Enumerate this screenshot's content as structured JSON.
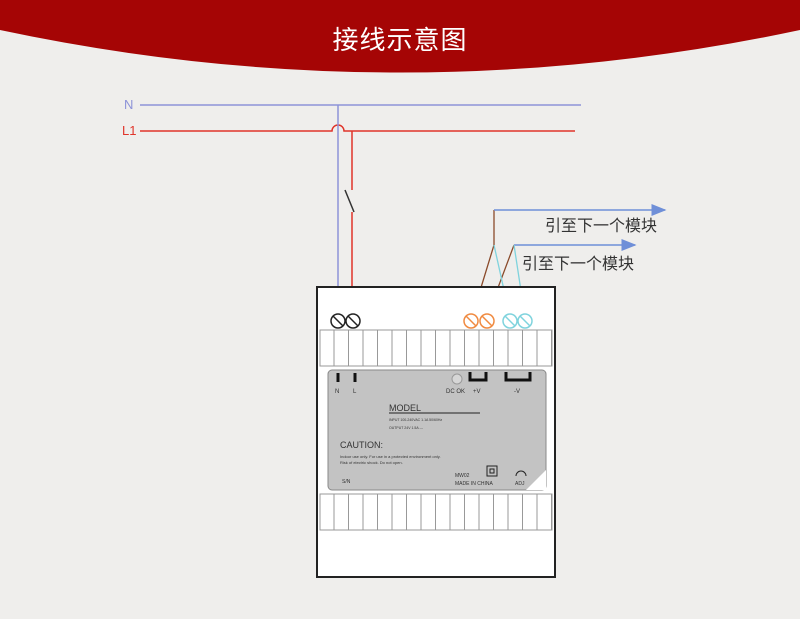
{
  "title": "接线示意图",
  "lines": {
    "neutral": "N",
    "live": "L1"
  },
  "next_module_labels": [
    "引至下一个模块",
    "引至下一个模块"
  ],
  "device": {
    "terminal_labels": [
      "N",
      "L",
      "DC OK",
      "+V",
      "-V"
    ],
    "model": "MODEL",
    "input": "INPUT 100-240VAC 1.1A 50/60Hz",
    "output": "OUTPUT 24V 1.5A ---",
    "caution": "CAUTION:",
    "caution_lines": [
      "Indoor use only. For use in a protected environment only.",
      "Risk of electric shock. Do not open."
    ],
    "sn": "S/N",
    "code": "MW02",
    "made_in": "MADE IN CHINA",
    "adj": "ADJ"
  },
  "colors": {
    "banner": "#a50505",
    "neutral": "#8d93d8",
    "live": "#e0342a",
    "brown": "#8a4a2a",
    "cyan": "#7fd3dd",
    "orange": "#f08a40",
    "arrow": "#6f8fd8"
  }
}
